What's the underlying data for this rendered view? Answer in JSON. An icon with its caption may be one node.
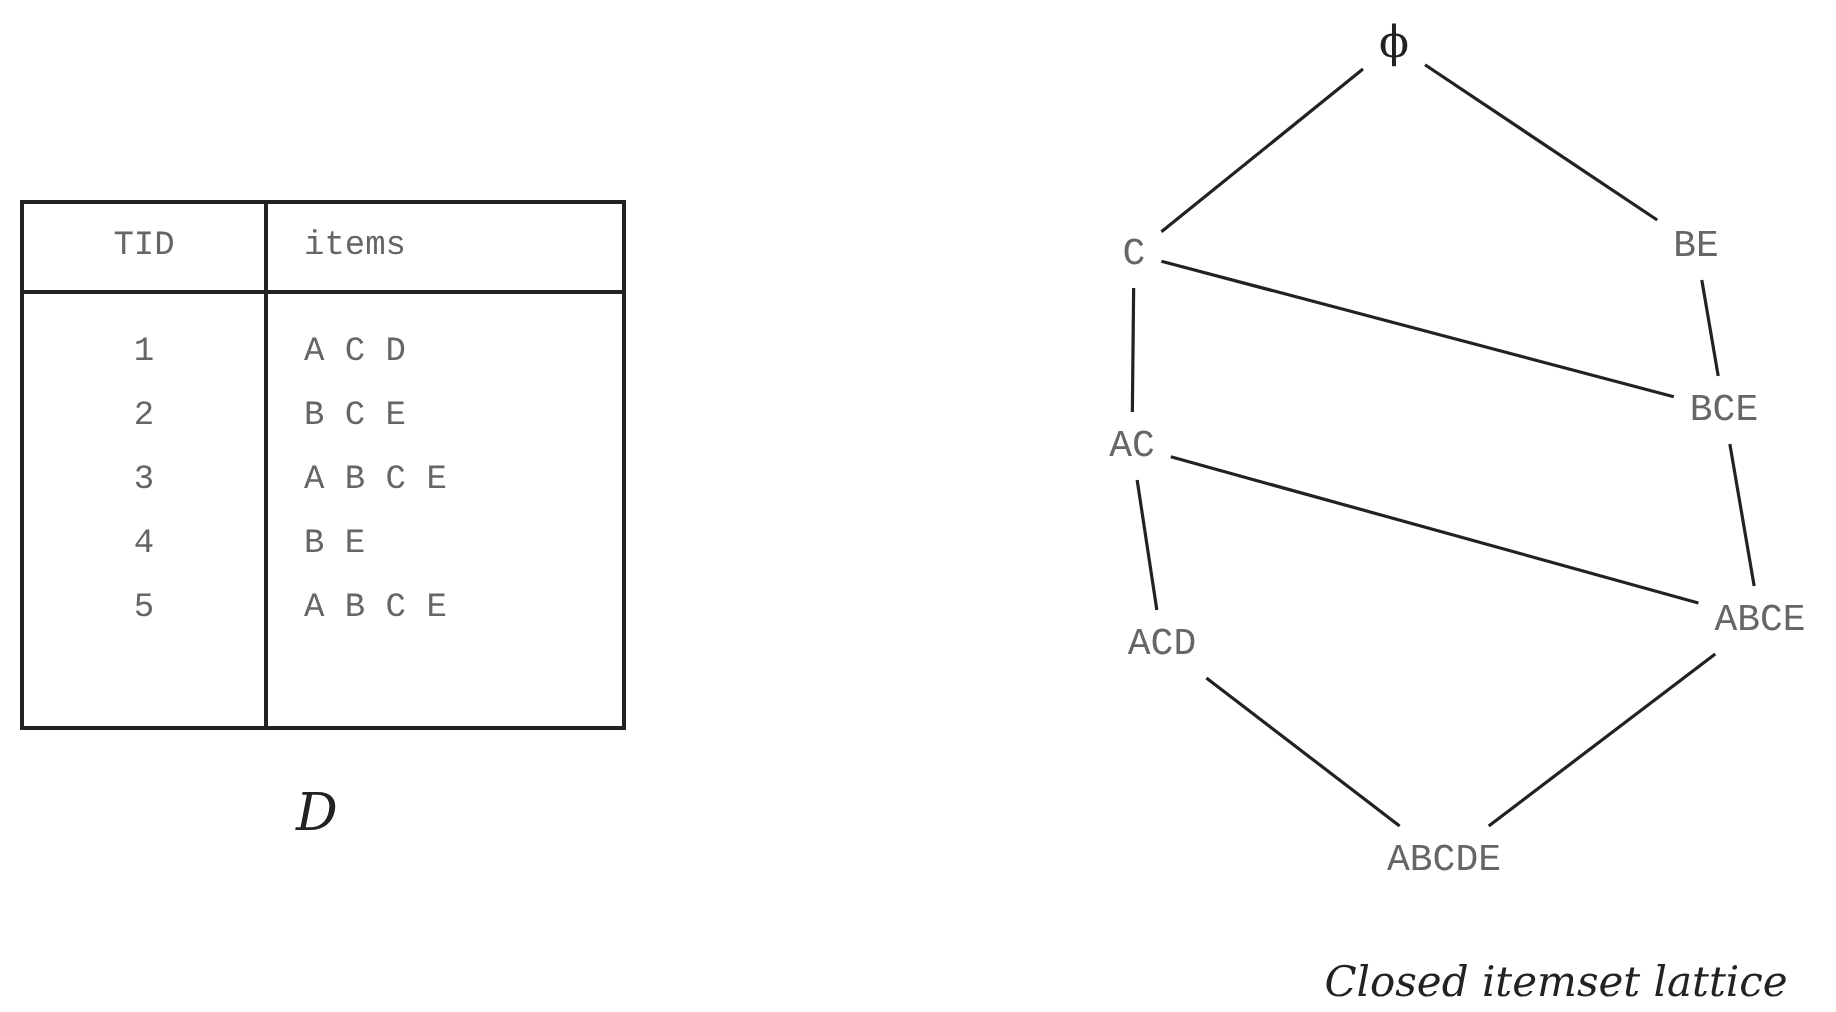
{
  "diagram": {
    "caption": "Closed itemset lattice",
    "nodes": [
      {
        "text": [
          "ϕ"
        ]
      },
      {
        "text": [
          "C"
        ]
      },
      {
        "text": [
          "BE"
        ]
      },
      {
        "text": [
          "BCE"
        ]
      },
      {
        "text": [
          "AC"
        ]
      },
      {
        "text": [
          "ABCE"
        ]
      },
      {
        "text": [
          "ACD"
        ]
      },
      {
        "text": [
          "ABCDE"
        ]
      }
    ],
    "edges": [
      {
        "from": 0,
        "to": 1,
        "arrow": "none"
      },
      {
        "from": 0,
        "to": 2,
        "arrow": "none"
      },
      {
        "from": 1,
        "to": 3,
        "arrow": "none"
      },
      {
        "from": 2,
        "to": 3,
        "arrow": "none"
      },
      {
        "from": 1,
        "to": 4,
        "arrow": "none"
      },
      {
        "from": 4,
        "to": 5,
        "arrow": "none"
      },
      {
        "from": 3,
        "to": 5,
        "arrow": "none"
      },
      {
        "from": 4,
        "to": 6,
        "arrow": "none"
      },
      {
        "from": 6,
        "to": 7,
        "arrow": "none"
      },
      {
        "from": 5,
        "to": 7,
        "arrow": "none"
      }
    ],
    "labels": [
      "TID",
      "items",
      "1",
      "A C D",
      "2",
      "B C E",
      "3",
      "A B C E",
      "4",
      "B E",
      "5",
      "A B C E",
      "D"
    ]
  }
}
